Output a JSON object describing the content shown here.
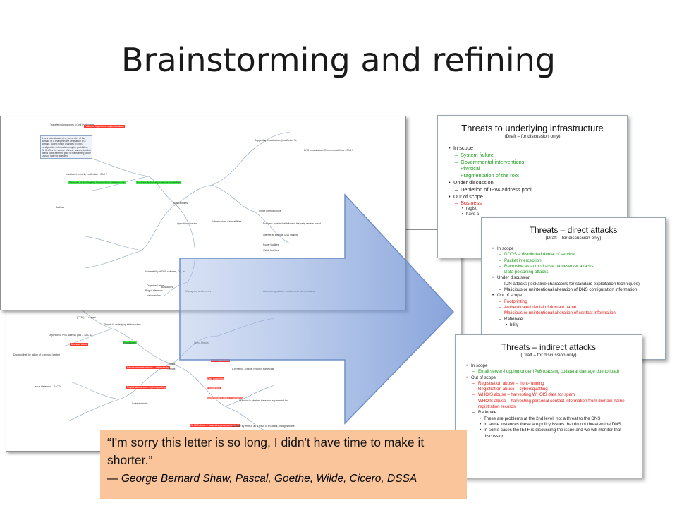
{
  "slide": {
    "title": "Brainstorming and refining"
  },
  "mindmap_top": {
    "center_label": "Vulnerabilities",
    "nodes": [
      {
        "text": "Transfer policy applies to 2nd level names",
        "style": "plain"
      },
      {
        "text": "Failure to implement required rollover",
        "style": "red"
      },
      {
        "text": "A new sub-situation, i.e., a transfer of the domain or a change in the delegation of a domain, during which changes to DNS configuration information may be prohibited. WHO-IS is the source of these names, but this needs to be affirmed prior to transferring to the DNS or has not activated",
        "style": "box"
      },
      {
        "text": "Elements of the Registry Domain Flow Infrastructure",
        "style": "green"
      },
      {
        "text": "Business/technical process vulnerabilities",
        "style": "green"
      },
      {
        "text": "Insufficient monthly verification - SAC 7",
        "style": "plain"
      },
      {
        "text": "Operational issues",
        "style": "plain"
      },
      {
        "text": "Infrastructure vulnerabilities",
        "style": "plain"
      },
      {
        "text": "Single point of failure",
        "style": "plain"
      },
      {
        "text": "Supporting infrastructure (insufficient TLD's, support, etc)",
        "style": "plain"
      },
      {
        "text": "DNS Infrastructure Recommendations - SAC 5",
        "style": "plain"
      },
      {
        "text": "Vulnerability of DNS software, OS, etc.",
        "style": "plain"
      },
      {
        "text": "Auditors",
        "style": "plain"
      },
      {
        "text": "Organized crime",
        "style": "plain"
      },
      {
        "text": "Rogue elements",
        "style": "plain"
      },
      {
        "text": "Nation states",
        "style": "plain"
      },
      {
        "text": "Bad actors",
        "style": "plain"
      },
      {
        "text": "Managerial weaknesses",
        "style": "plain"
      },
      {
        "text": "Business or technical failure of the party service providers",
        "style": "plain"
      },
      {
        "text": "Internet as external DNS mailing",
        "style": "plain"
      },
      {
        "text": "Power facilities",
        "style": "plain"
      },
      {
        "text": "HVAC facilities",
        "style": "plain"
      },
      {
        "text": "Address registration requirements that must allow",
        "style": "plain"
      }
    ]
  },
  "mindmap_bottom": {
    "center_label": "Threats",
    "nodes": [
      {
        "text": "Governmental interventions",
        "style": "green"
      },
      {
        "text": "Physical",
        "style": "green"
      },
      {
        "text": "Fragmentation of the root (DNS-D)",
        "style": "green"
      },
      {
        "text": "(FY12) *** expand",
        "style": "plain"
      },
      {
        "text": "Threats to underlying infrastructure",
        "style": "plain"
      },
      {
        "text": "Depletion of IPv4 address pool -- SAC 12",
        "style": "plain"
      },
      {
        "text": "Business failure",
        "style": "red"
      },
      {
        "text": "Doubtful that the failure of a registry (perfect with the exception of .cctld can) will have a substantial impact on the DNS",
        "style": "plain"
      },
      {
        "text": "Email/spam",
        "style": "green"
      },
      {
        "text": "Recursive name servers -- nameserving",
        "style": "red"
      },
      {
        "text": "Registration abuse -- cybersquatting",
        "style": "red"
      },
      {
        "text": "Indirect attacks",
        "style": "plain"
      },
      {
        "text": "Threats",
        "style": "plain"
      },
      {
        "text": "Direct Attacks",
        "style": "plain"
      },
      {
        "text": "Misconfiguration",
        "style": "red"
      },
      {
        "text": "Data poisoning",
        "style": "red"
      },
      {
        "text": "Footprinting",
        "style": "red"
      },
      {
        "text": "Authenticated denial of domain name",
        "style": "red"
      },
      {
        "text": "WHOIS abuse -- harvesting personal contact information from domain name registration records",
        "style": "red"
      },
      {
        "text": "Issue statement - SAC 3",
        "style": "plain"
      },
      {
        "text": "A behavior, a threat vector in some cases",
        "style": "plain"
      },
      {
        "text": "Question is whether there is a requirement for authenticating the non-existence of a name",
        "style": "plain"
      },
      {
        "text": "Whether by error or as a result of an attack, changes to the contact information",
        "style": "plain"
      }
    ]
  },
  "slides": [
    {
      "title": "Threats to underlying infrastructure",
      "subtitle": "(Draft – for discussion only)",
      "items": [
        {
          "level": 1,
          "text": "In scope",
          "color": "dark"
        },
        {
          "level": 2,
          "text": "System failure",
          "color": "green"
        },
        {
          "level": 2,
          "text": "Governmental interventions",
          "color": "green"
        },
        {
          "level": 2,
          "text": "Physical",
          "color": "green"
        },
        {
          "level": 2,
          "text": "Fragmentation of the root",
          "color": "green"
        },
        {
          "level": 1,
          "text": "Under discussion",
          "color": "dark"
        },
        {
          "level": 2,
          "text": "Depletion of IPv4 address pool",
          "color": "dark"
        },
        {
          "level": 1,
          "text": "Out of scope",
          "color": "dark"
        },
        {
          "level": 2,
          "text": "Business",
          "color": "red"
        },
        {
          "level": 3,
          "text": "registr",
          "color": "dark"
        },
        {
          "level": 3,
          "text": "have a",
          "color": "dark"
        }
      ]
    },
    {
      "title": "Threats – direct attacks",
      "subtitle": "(Draft – for discussion only)",
      "items": [
        {
          "level": 1,
          "text": "In scope",
          "color": "dark"
        },
        {
          "level": 2,
          "text": "DDOS – distributed denial of service",
          "color": "green"
        },
        {
          "level": 2,
          "text": "Packet interception",
          "color": "green"
        },
        {
          "level": 2,
          "text": "Recursive vs authoritative nameserver attacks",
          "color": "green"
        },
        {
          "level": 2,
          "text": "Data poisoning attacks",
          "color": "green"
        },
        {
          "level": 1,
          "text": "Under discussion",
          "color": "dark"
        },
        {
          "level": 2,
          "text": "IDN attacks (lookalike characters for standard exploitation techniques)",
          "color": "dark"
        },
        {
          "level": 2,
          "text": "Malicious or unintentional alteration of DNS configuration information",
          "color": "dark"
        },
        {
          "level": 1,
          "text": "Out of scope",
          "color": "dark"
        },
        {
          "level": 2,
          "text": "Footprinting",
          "color": "red"
        },
        {
          "level": 2,
          "text": "Authenticated denial of domain name",
          "color": "red"
        },
        {
          "level": 2,
          "text": "Malicious or unintentional alteration of contact information",
          "color": "red"
        },
        {
          "level": 2,
          "text": "Rationale:",
          "color": "dark"
        },
        {
          "level": 3,
          "text": "bility",
          "color": "dark"
        }
      ]
    },
    {
      "title": "Threats – indirect attacks",
      "subtitle": "(Draft – for discussion only)",
      "items": [
        {
          "level": 1,
          "text": "In scope",
          "color": "dark"
        },
        {
          "level": 2,
          "text": "Email server-hopping under IPv6 (causing collateral damage due to load)",
          "color": "green"
        },
        {
          "level": 1,
          "text": "Out of scope",
          "color": "dark"
        },
        {
          "level": 2,
          "text": "Registration abuse – front-running",
          "color": "red"
        },
        {
          "level": 2,
          "text": "Registration abuse – cybersquatting",
          "color": "red"
        },
        {
          "level": 2,
          "text": "WHOIS abuse – harvesting WHOIS data for spam",
          "color": "red"
        },
        {
          "level": 2,
          "text": "WHOIS abuse – harvesting personal contact information from domain name registration records",
          "color": "red"
        },
        {
          "level": 2,
          "text": "Rationale:",
          "color": "dark"
        },
        {
          "level": 3,
          "text": "These are problems at the 2nd level, not a threat to the DNS",
          "color": "dark"
        },
        {
          "level": 3,
          "text": "In some instances these are policy issues that do not threaten the DNS",
          "color": "dark"
        },
        {
          "level": 3,
          "text": "In some cases the IETF is discussing the issue and we will monitor that discussion",
          "color": "dark"
        }
      ]
    }
  ],
  "quote": {
    "text": "“I'm sorry this letter is so long, I didn't have time to make it shorter.”",
    "dash": "—",
    "attribution": "George Bernard Shaw, Pascal, Goethe, Wilde, Cicero, DSSA"
  },
  "colors": {
    "green_text": "#1f9a1f",
    "red_text": "#e0201b",
    "quote_bg": "#fbc59b",
    "arrow_fill": "#7f9fd6"
  }
}
